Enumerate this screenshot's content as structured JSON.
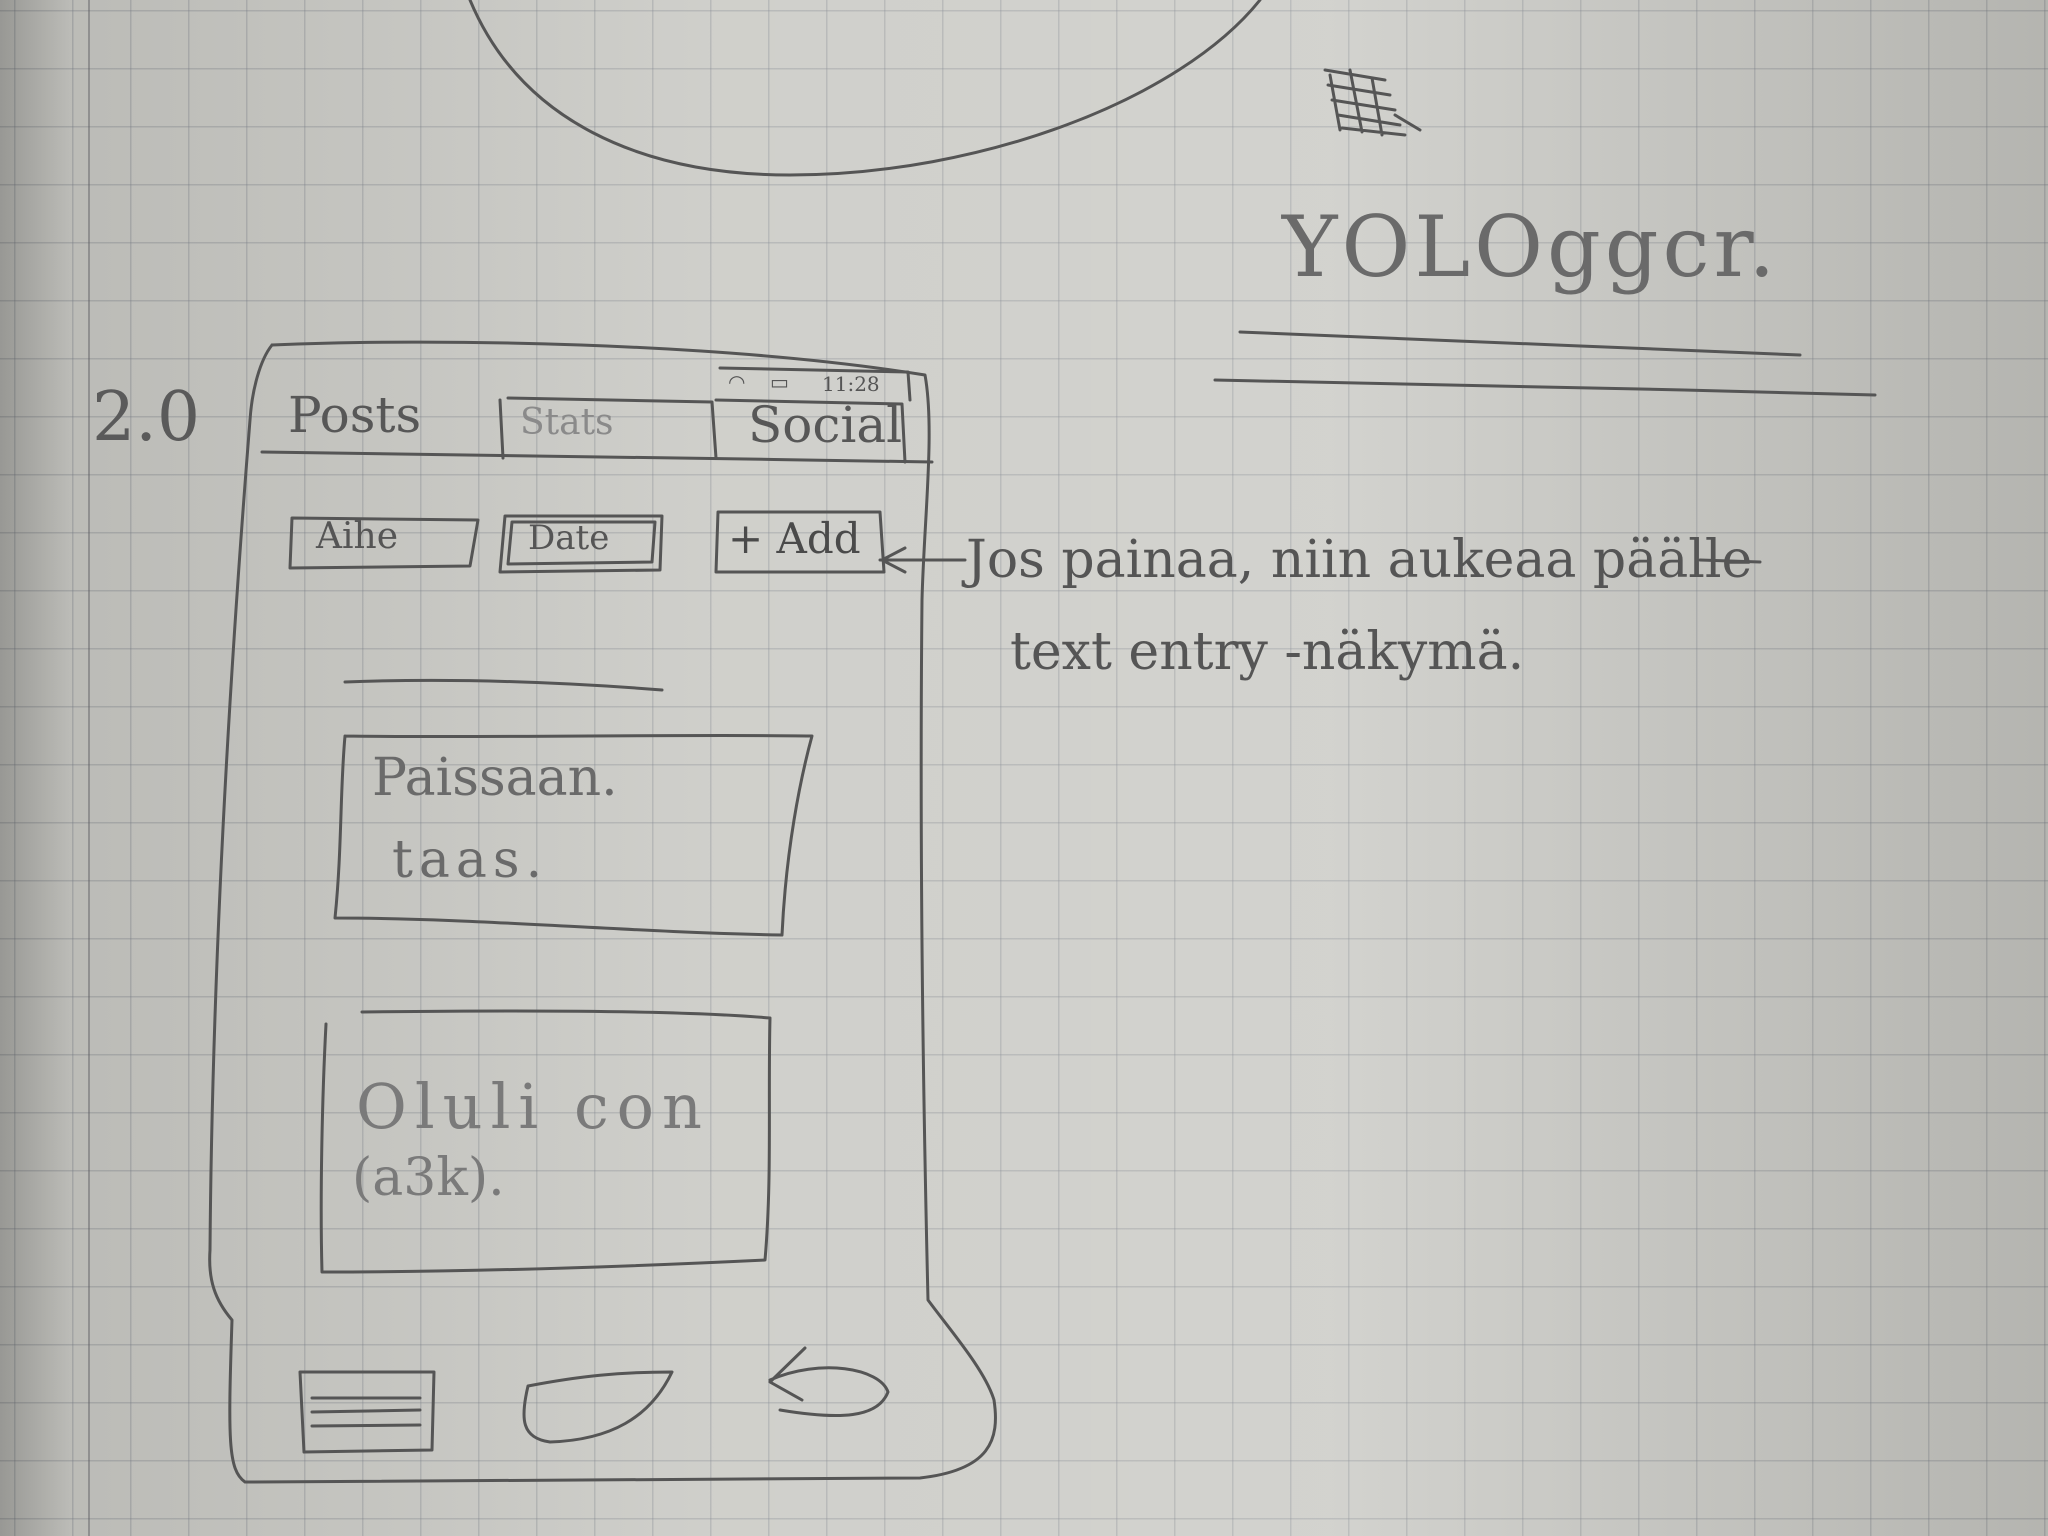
{
  "version_label": "2.0",
  "app_title": "YOLOggcr.",
  "status_bar": {
    "time": "11:28"
  },
  "tabs": [
    {
      "label": "Posts"
    },
    {
      "label": "Stats"
    },
    {
      "label": "Social"
    }
  ],
  "filters": {
    "aihe": "Aihe",
    "date": "Date",
    "add": "+ Add"
  },
  "annotation": {
    "line1": "Jos painaa, niin aukeaa päälle",
    "line2": "text entry -näkymä."
  },
  "posts": [
    {
      "line1": "Paissaan.",
      "line2": "taas."
    },
    {
      "line1": "Oluli con",
      "line2": "(a3k)."
    }
  ],
  "bottom_nav": [
    {
      "icon": "menu-icon"
    },
    {
      "icon": "home-icon"
    },
    {
      "icon": "back-icon"
    }
  ]
}
